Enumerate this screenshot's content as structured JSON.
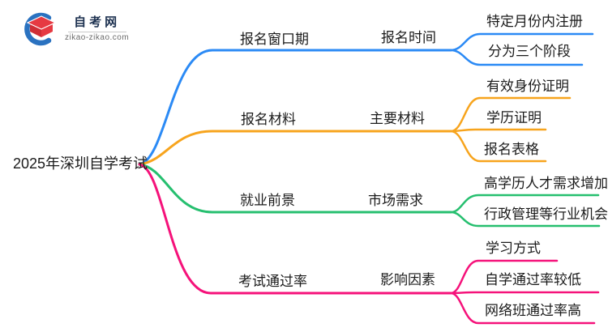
{
  "logo": {
    "title": "自考网",
    "domain": "zikao-zikao.com",
    "accent_blue": "#2a72c0",
    "cap_red": "#e63a42",
    "cap_red_dark": "#cf2e36",
    "title_color": "#1d3150"
  },
  "mindmap": {
    "root": "2025年深圳自学考试",
    "branches": [
      {
        "label": "报名窗口期",
        "sub": "报名时间",
        "color": "#2b8af5",
        "leaves": [
          "特定月份内注册",
          "分为三个阶段"
        ]
      },
      {
        "label": "报名材料",
        "sub": "主要材料",
        "color": "#f7a41d",
        "leaves": [
          "有效身份证明",
          "学历证明",
          "报名表格"
        ]
      },
      {
        "label": "就业前景",
        "sub": "市场需求",
        "color": "#26bf6f",
        "leaves": [
          "高学历人才需求增加",
          "行政管理等行业机会"
        ]
      },
      {
        "label": "考试通过率",
        "sub": "影响因素",
        "color": "#f5127a",
        "leaves": [
          "学习方式",
          "自学通过率较低",
          "网络班通过率高"
        ]
      }
    ]
  }
}
